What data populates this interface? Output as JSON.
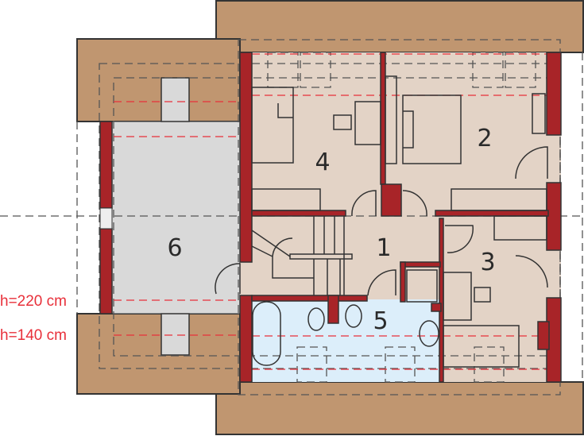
{
  "title": "Attic floor plan",
  "rooms": [
    {
      "number": "1"
    },
    {
      "number": "2"
    },
    {
      "number": "3"
    },
    {
      "number": "4"
    },
    {
      "number": "5"
    },
    {
      "number": "6"
    }
  ],
  "height_labels": {
    "h220": "h=220 cm",
    "h140": "h=140 cm"
  },
  "colors": {
    "roof": "#c09670",
    "wall": "#a82428",
    "room": "#e3d3c6",
    "bathroom": "#dceefa",
    "unheated": "#d9d9d9",
    "height_line": "#e8303a"
  }
}
